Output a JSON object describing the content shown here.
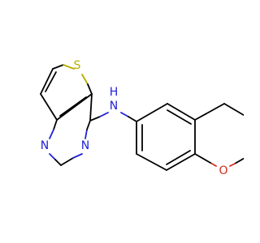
{
  "molecule": {
    "atoms": {
      "sulfur": "S",
      "pyrimidine_n1": "N",
      "pyrimidine_n3": "N",
      "amine": "N",
      "amine_h": "H",
      "oxygen": "O"
    },
    "colors": {
      "bond": "#000000",
      "sulfur": "#b5ac00",
      "nitrogen": "#1f22d6",
      "oxygen": "#d62a18"
    }
  }
}
